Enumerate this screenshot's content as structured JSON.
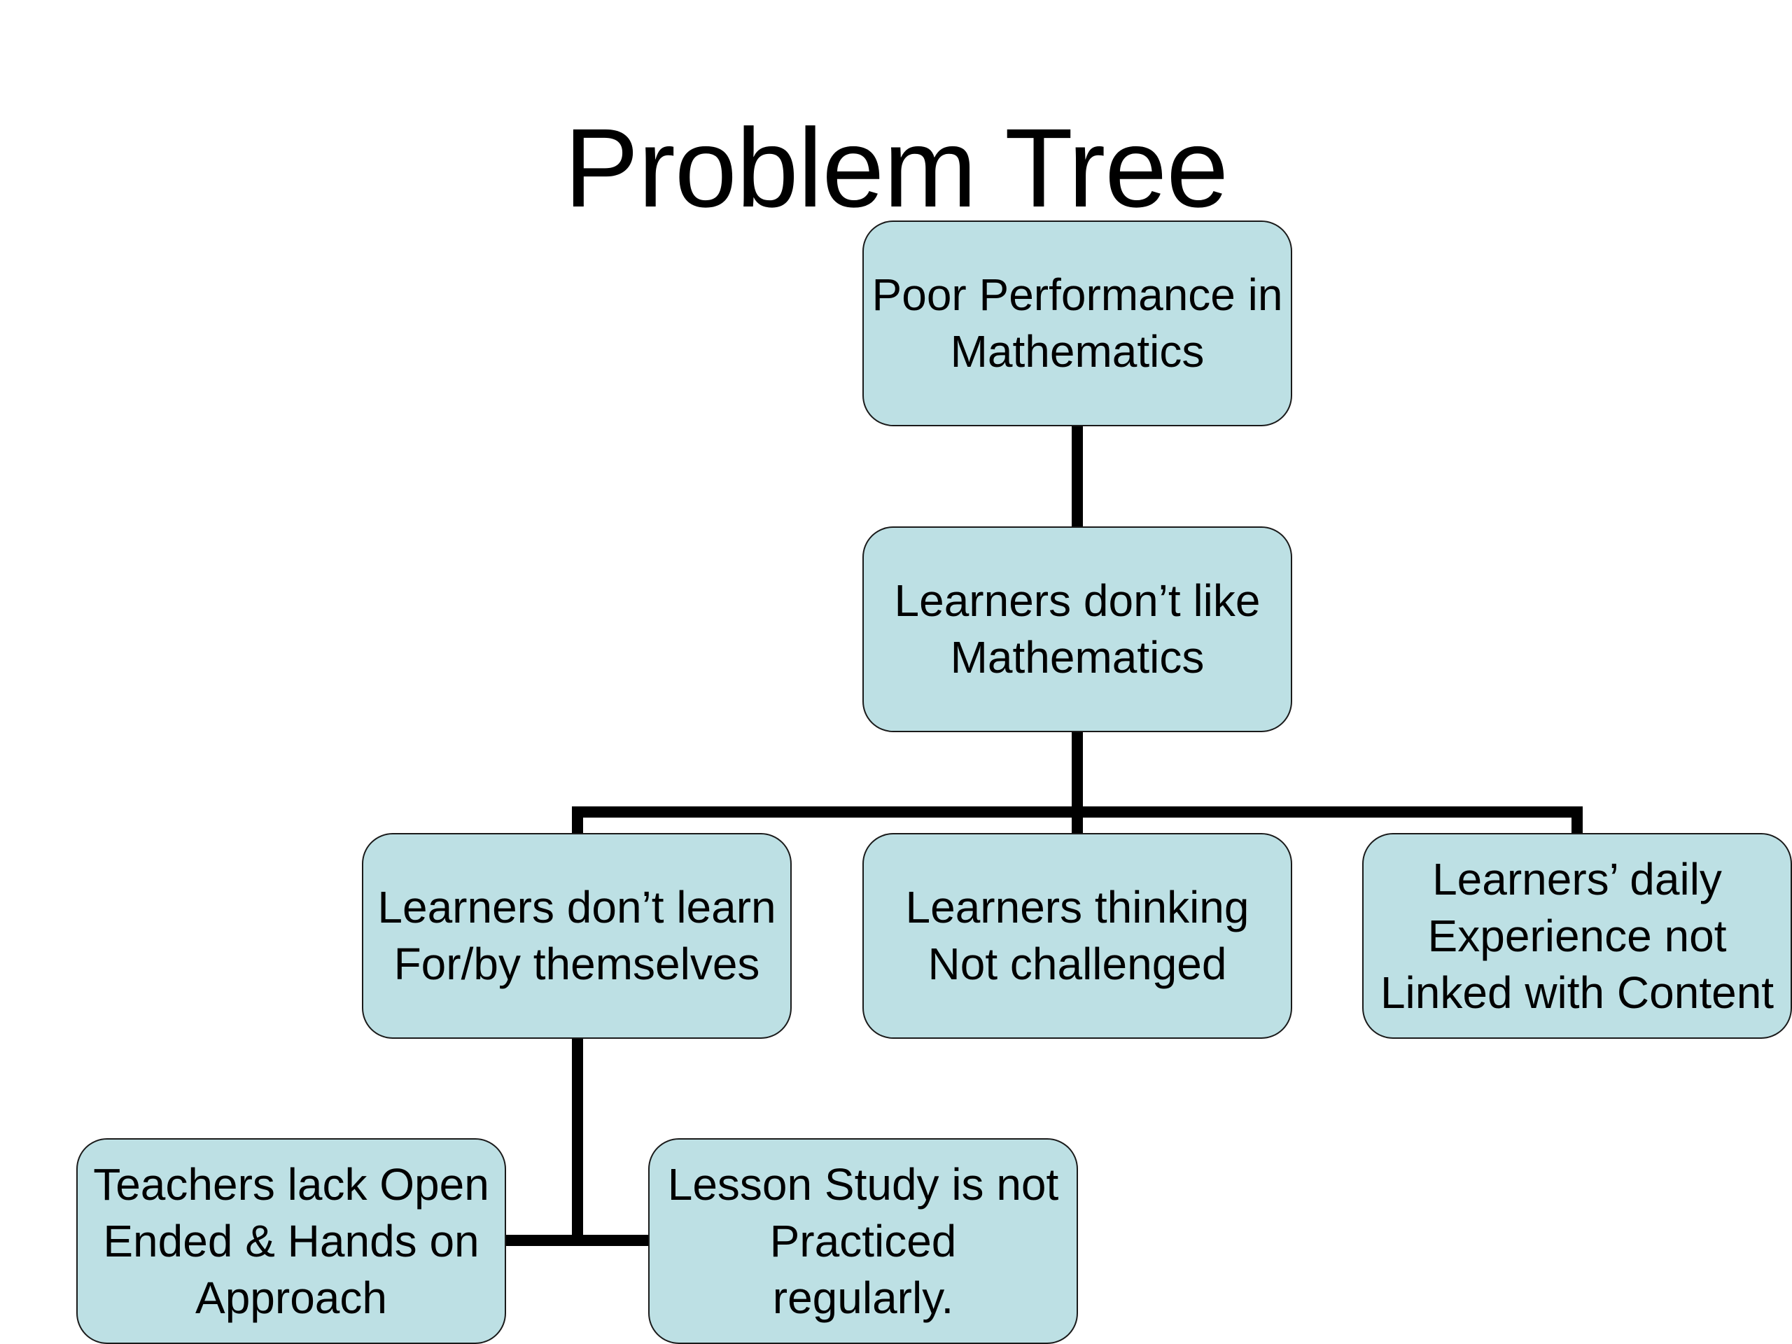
{
  "title": "Problem Tree",
  "colors": {
    "node_fill": "#bde0e4",
    "node_border": "#1a1a1a",
    "connector": "#000000",
    "background": "#ffffff"
  },
  "nodes": {
    "root": "Poor Performance in\nMathematics",
    "middle": "Learners don’t like\nMathematics",
    "cause_1": "Learners don’t learn\nFor/by themselves",
    "cause_2": "Learners thinking\nNot challenged",
    "cause_3": "Learners’ daily\nExperience not\nLinked with Content",
    "sub_1": "Teachers lack Open\nEnded & Hands on\nApproach",
    "sub_2": "Lesson Study is not\nPracticed\nregularly."
  }
}
